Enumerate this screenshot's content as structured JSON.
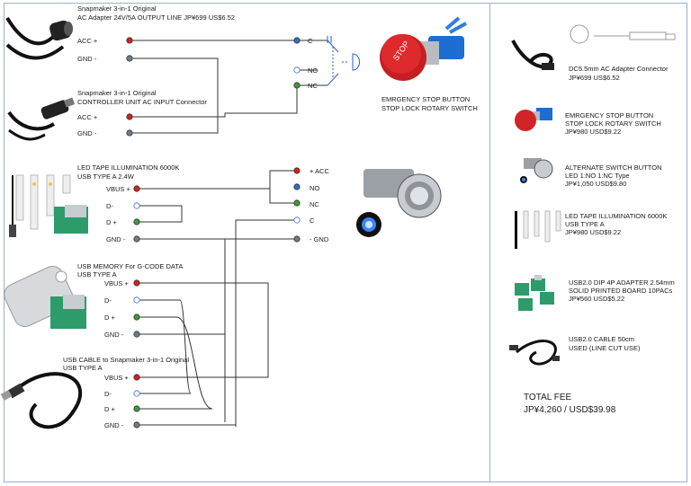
{
  "diagram": {
    "ac_adapter": {
      "line1": "Snapmaker 3-in-1 Original",
      "line2": "AC Adapter 24V/5A OUTPUT LINE JP¥699 US$6.52",
      "pin1": "ACC +",
      "pin2": "GND -"
    },
    "controller": {
      "line1": "Snapmaker 3-in-1 Original",
      "line2": "CONTROLLER UNIT AC INPUT  Connector",
      "pin1": "ACC +",
      "pin2": "GND -"
    },
    "estop_terminals": {
      "c": "C",
      "no": "NO",
      "nc": "NC"
    },
    "estop_caption": {
      "line1": "EMRGENCY STOP BUTTON",
      "line2": "STOP LOCK ROTARY SWITCH",
      "cap_text": "STOP"
    },
    "led_tape": {
      "line1": "LED TAPE ILLUMINATION 6000K",
      "line2": "USB TYPE A  2.4W",
      "pins": [
        "VBUS +",
        "D-",
        "D +",
        "GND -"
      ]
    },
    "alt_switch_terminals": {
      "acc": "+ ACC",
      "no": "NO",
      "nc": "NC",
      "c": "C",
      "gnd": "- GND"
    },
    "usb_memory": {
      "line1": "USB MEMORY For G-CODE DATA",
      "line2": "USB TYPE A",
      "pins": [
        "VBUS +",
        "D-",
        "D +",
        "GND -"
      ]
    },
    "usb_cable": {
      "line1": "USB CABLE to Snapmaker 3-in-1 Original",
      "line2": "USB TYPE A",
      "pins": [
        "VBUS +",
        "D-",
        "D +",
        "GND -"
      ]
    }
  },
  "parts_list": [
    {
      "lines": [
        "DC5.5mm AC Adapter Connector",
        "JP¥699 US$6.52"
      ],
      "icon": "dc-connector-icon"
    },
    {
      "lines": [
        "EMRGENCY STOP BUTTON",
        "STOP LOCK ROTARY SWITCH",
        "JP¥980 USD$9.22"
      ],
      "icon": "estop-icon"
    },
    {
      "lines": [
        "ALTERNATE SWITCH BUTTON",
        "LED 1:NO 1:NC Type",
        "JP¥1,050 USD$9.80"
      ],
      "icon": "alt-switch-icon"
    },
    {
      "lines": [
        "LED TAPE ILLUMINATION 6000K",
        "USB TYPE A",
        "JP¥980 USD$9.22"
      ],
      "icon": "led-tape-icon"
    },
    {
      "lines": [
        "USB2.0 DIP 4P ADAPTER 2.54mm",
        "SOLID PRINTED BOARD 10PACs",
        "JP¥560 USD$5.22"
      ],
      "icon": "usb-board-icon"
    },
    {
      "lines": [
        "USB2.0 CABLE 50cm",
        "USED (LINE CUT USE)"
      ],
      "icon": "usb-cable-icon"
    }
  ],
  "total": {
    "label": "TOTAL FEE",
    "value": "JP¥4,260 / USD$39.98"
  },
  "colors": {
    "red": "#d42020",
    "blue": "#3a6bc8",
    "green": "#3e9a3e",
    "gray": "#6e7b8a",
    "white": "#ffffff",
    "wire": "#333333",
    "border": "#9ab0cc"
  }
}
